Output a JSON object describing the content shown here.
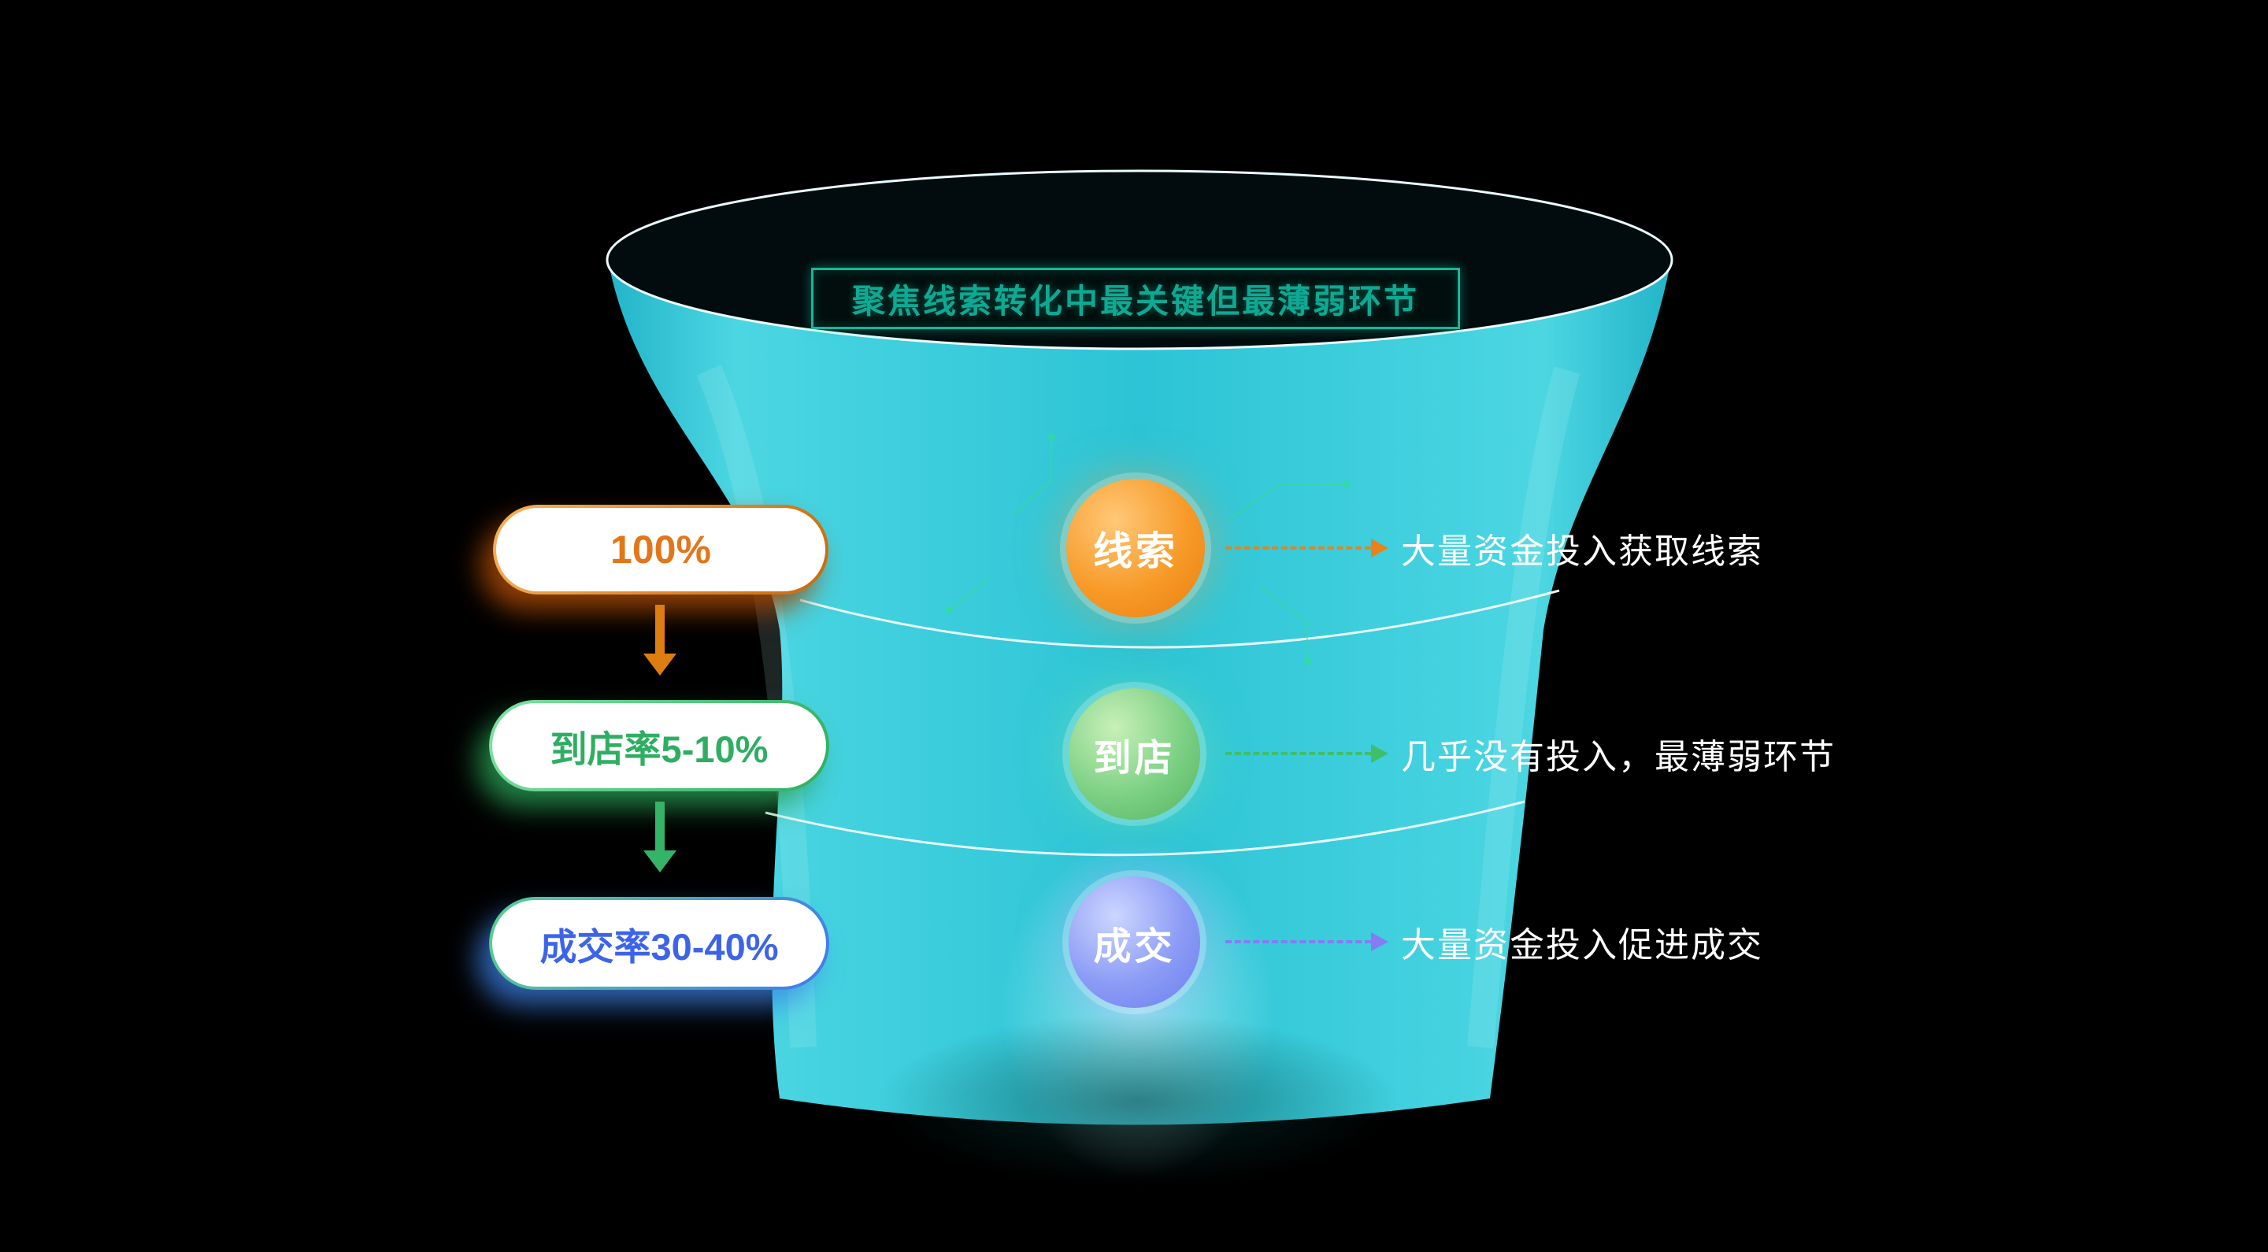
{
  "title": "聚焦线索转化中最关键但最薄弱环节",
  "stages": [
    {
      "node_label": "线索",
      "metric_label": "100%",
      "annotation": "大量资金投入获取线索",
      "accent_color": "#E8821C"
    },
    {
      "node_label": "到店",
      "metric_label": "到店率5-10%",
      "annotation": "几乎没有投入，最薄弱环节",
      "accent_color": "#3FBF6B"
    },
    {
      "node_label": "成交",
      "metric_label": "成交率30-40%",
      "annotation": "大量资金投入促进成交",
      "accent_color": "#6C7CF0"
    }
  ],
  "colors": {
    "background": "#000000",
    "funnel_body": "#2FC6D6",
    "funnel_rim": "#E9FDFF",
    "title_border": "#12B89A",
    "title_text": "#0FA893",
    "stage1_accent": "#F08C1E",
    "stage2_accent": "#55B45E",
    "stage3_accent": "#6A7FEE",
    "annotation_text": "#FFFFFF"
  }
}
